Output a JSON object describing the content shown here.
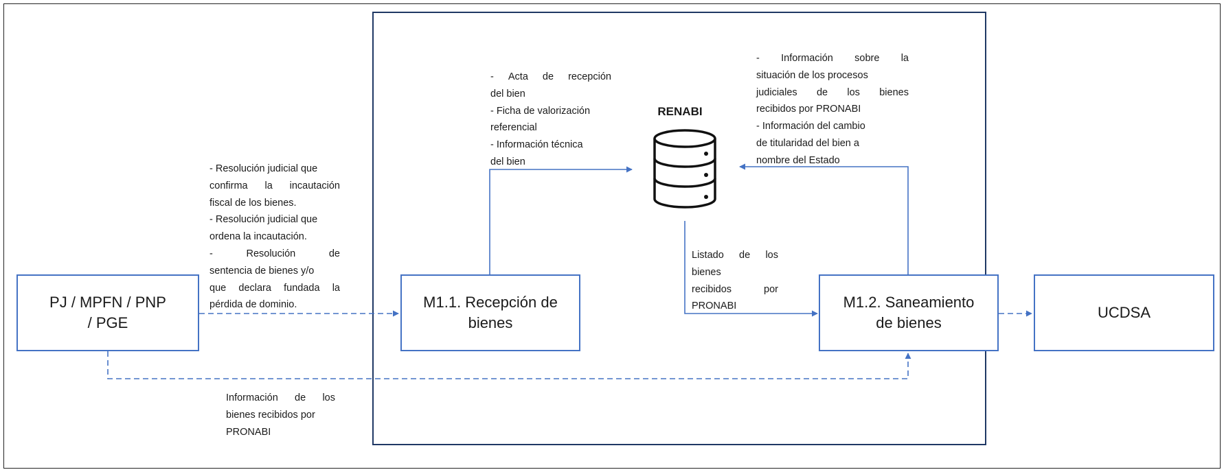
{
  "diagram": {
    "nodes": {
      "sources": "PJ / MPFN / PNP / PGE",
      "reception": "M1.1. Recepción de bienes",
      "sanitation": "M1.2. Saneamiento de bienes",
      "ucdsa": "UCDSA",
      "renabi": "RENABI"
    },
    "notes": {
      "resolutions": [
        [
          "- Resolución judicial que"
        ],
        [
          "confirma",
          "la",
          "incautación"
        ],
        [
          "fiscal de los bienes."
        ],
        [
          "- Resolución judicial que"
        ],
        [
          "ordena la incautación."
        ],
        [
          "-",
          "Resolución",
          "de"
        ],
        [
          "sentencia de bienes y/o"
        ],
        [
          "que",
          "declara",
          "fundada",
          "la"
        ],
        [
          "pérdida de dominio."
        ]
      ],
      "reception_docs": [
        [
          "-",
          "Acta",
          "de",
          "recepción"
        ],
        [
          "del bien"
        ],
        [
          "- Ficha de valorización"
        ],
        [
          "referencial"
        ],
        [
          "- Información técnica"
        ],
        [
          "del bien"
        ]
      ],
      "sanitation_info": [
        [
          "-",
          "Información",
          "sobre",
          "la"
        ],
        [
          "situación de los procesos"
        ],
        [
          "judiciales",
          "de",
          "los",
          "bienes"
        ],
        [
          "recibidos por PRONABI"
        ],
        [
          "- Información del cambio"
        ],
        [
          "de titularidad del bien a"
        ],
        [
          "nombre del Estado"
        ]
      ],
      "listing": [
        [
          "Listado",
          "de",
          "los"
        ],
        [
          "bienes"
        ],
        [
          "recibidos",
          "por"
        ],
        [
          "PRONABI"
        ]
      ],
      "info_received": [
        [
          "Información",
          "de",
          "los"
        ],
        [
          "bienes recibidos por"
        ],
        [
          "PRONABI"
        ]
      ]
    },
    "colors": {
      "connector": "#4472c4",
      "frame": "#222222"
    }
  }
}
